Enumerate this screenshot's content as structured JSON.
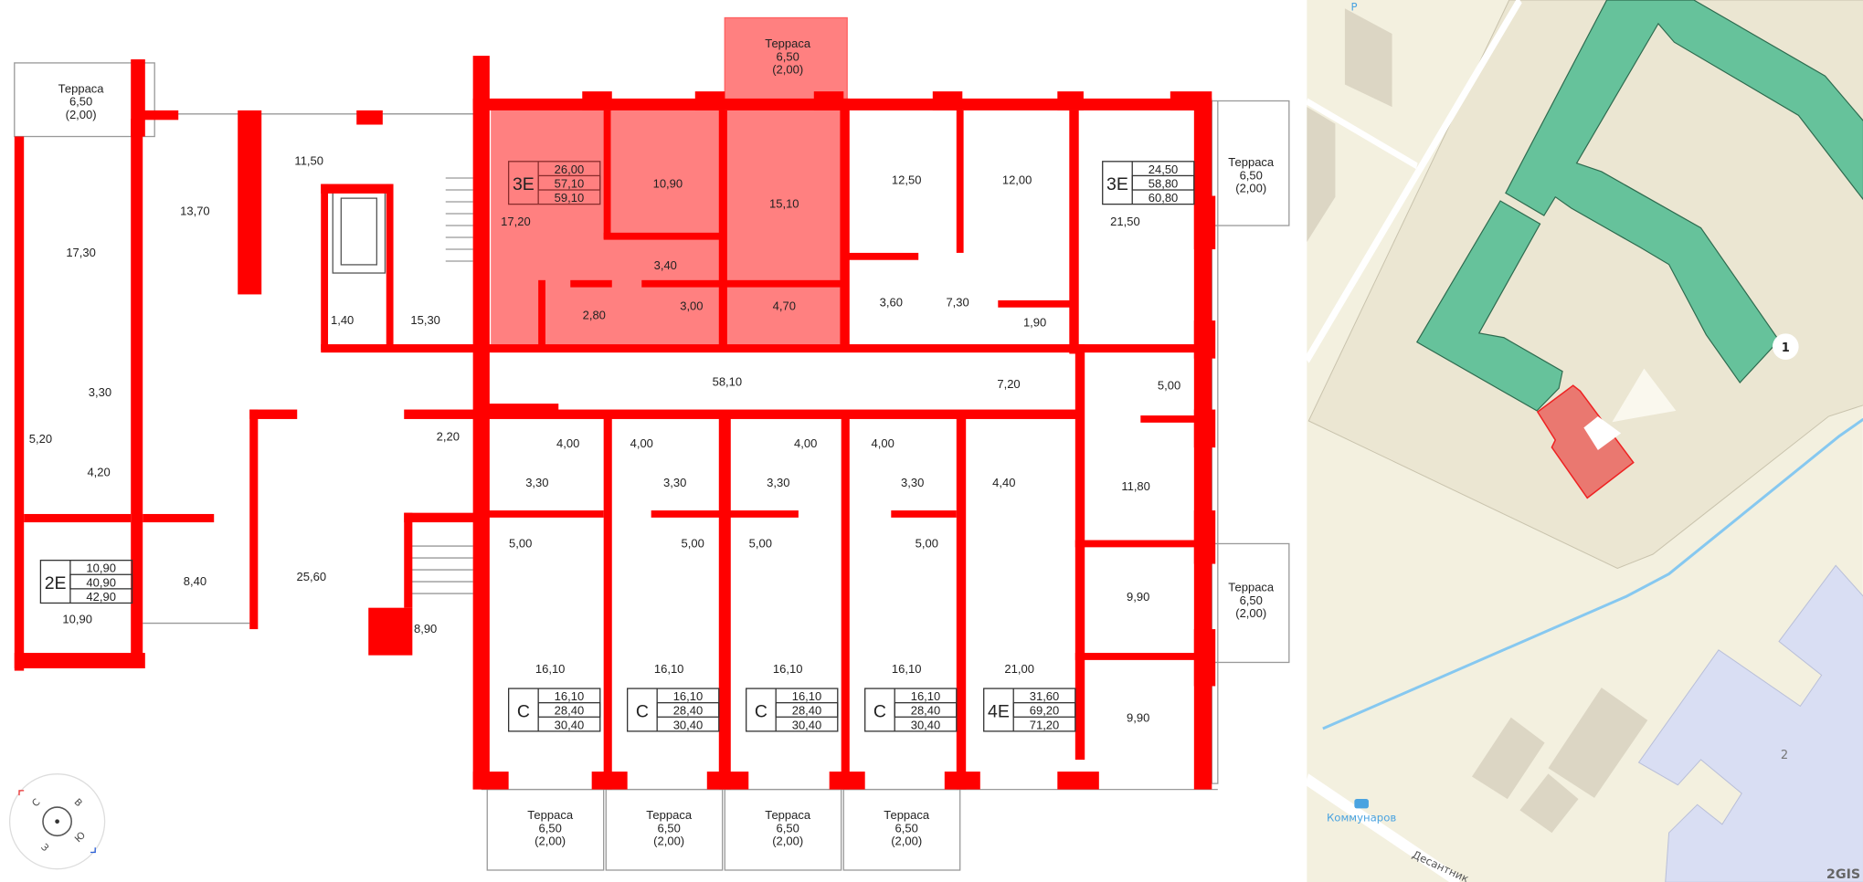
{
  "floorplan": {
    "colors": {
      "wall": "#ff0000",
      "selected_apartment": "#ff8080",
      "outline": "#999999"
    },
    "terrace_label": "Терраса",
    "rooms": [
      {
        "t": "Терраса",
        "a": "6,50",
        "b": "(2,00)"
      },
      {
        "a": "17,30"
      },
      {
        "a": "13,70"
      },
      {
        "a": "11,50"
      },
      {
        "a": "1,40"
      },
      {
        "a": "15,30"
      },
      {
        "a": "17,20"
      },
      {
        "a": "10,90"
      },
      {
        "a": "3,40"
      },
      {
        "a": "2,80"
      },
      {
        "a": "3,00"
      },
      {
        "a": "4,70"
      },
      {
        "a": "15,10"
      },
      {
        "t": "Терраса",
        "a": "6,50",
        "b": "(2,00)"
      },
      {
        "a": "12,50"
      },
      {
        "a": "12,00"
      },
      {
        "a": "3,60"
      },
      {
        "a": "7,30"
      },
      {
        "a": "1,90"
      },
      {
        "a": "21,50"
      },
      {
        "t": "Терраса",
        "a": "6,50",
        "b": "(2,00)"
      },
      {
        "a": "58,10"
      },
      {
        "a": "7,20"
      },
      {
        "a": "5,00"
      },
      {
        "a": "3,30"
      },
      {
        "a": "5,20"
      },
      {
        "a": "4,20"
      },
      {
        "a": "2,20"
      },
      {
        "a": "4,00"
      },
      {
        "a": "4,00"
      },
      {
        "a": "4,00"
      },
      {
        "a": "4,00"
      },
      {
        "a": "3,30"
      },
      {
        "a": "3,30"
      },
      {
        "a": "3,30"
      },
      {
        "a": "3,30"
      },
      {
        "a": "4,40"
      },
      {
        "a": "11,80"
      },
      {
        "a": "5,00"
      },
      {
        "a": "5,00"
      },
      {
        "a": "5,00"
      },
      {
        "a": "5,00"
      },
      {
        "a": "25,60"
      },
      {
        "a": "8,40"
      },
      {
        "a": "9,90"
      },
      {
        "t": "Терраса",
        "a": "6,50",
        "b": "(2,00)"
      },
      {
        "a": "8,90"
      },
      {
        "a": "10,90"
      },
      {
        "a": "16,10"
      },
      {
        "a": "16,10"
      },
      {
        "a": "16,10"
      },
      {
        "a": "16,10"
      },
      {
        "a": "21,00"
      },
      {
        "a": "9,90"
      },
      {
        "t": "Терраса",
        "a": "6,50",
        "b": "(2,00)"
      },
      {
        "t": "Терраса",
        "a": "6,50",
        "b": "(2,00)"
      },
      {
        "t": "Терраса",
        "a": "6,50",
        "b": "(2,00)"
      },
      {
        "t": "Терраса",
        "a": "6,50",
        "b": "(2,00)"
      }
    ],
    "apartments": [
      {
        "type": "3E",
        "v1": "26,00",
        "v2": "57,10",
        "v3": "59,10",
        "selected": true
      },
      {
        "type": "3E",
        "v1": "24,50",
        "v2": "58,80",
        "v3": "60,80"
      },
      {
        "type": "2E",
        "v1": "10,90",
        "v2": "40,90",
        "v3": "42,90"
      },
      {
        "type": "С",
        "v1": "16,10",
        "v2": "28,40",
        "v3": "30,40"
      },
      {
        "type": "С",
        "v1": "16,10",
        "v2": "28,40",
        "v3": "30,40"
      },
      {
        "type": "С",
        "v1": "16,10",
        "v2": "28,40",
        "v3": "30,40"
      },
      {
        "type": "С",
        "v1": "16,10",
        "v2": "28,40",
        "v3": "30,40"
      },
      {
        "type": "4E",
        "v1": "31,60",
        "v2": "69,20",
        "v3": "71,20"
      }
    ],
    "compass": {
      "n": "С",
      "e": "В",
      "s": "Ю",
      "w": "З"
    }
  },
  "map": {
    "colors": {
      "ground": "#f3f0df",
      "yard": "#ebe6d2",
      "complex": "#66c29b",
      "selected_building": "#ea7870",
      "other_building": "#d9def3",
      "water": "#86c8f0"
    },
    "building_1_label": "1",
    "building_2_label": "2",
    "bus_stop": "Коммунаров",
    "street": "Десантник",
    "parking": "P",
    "brand": "2GIS"
  }
}
